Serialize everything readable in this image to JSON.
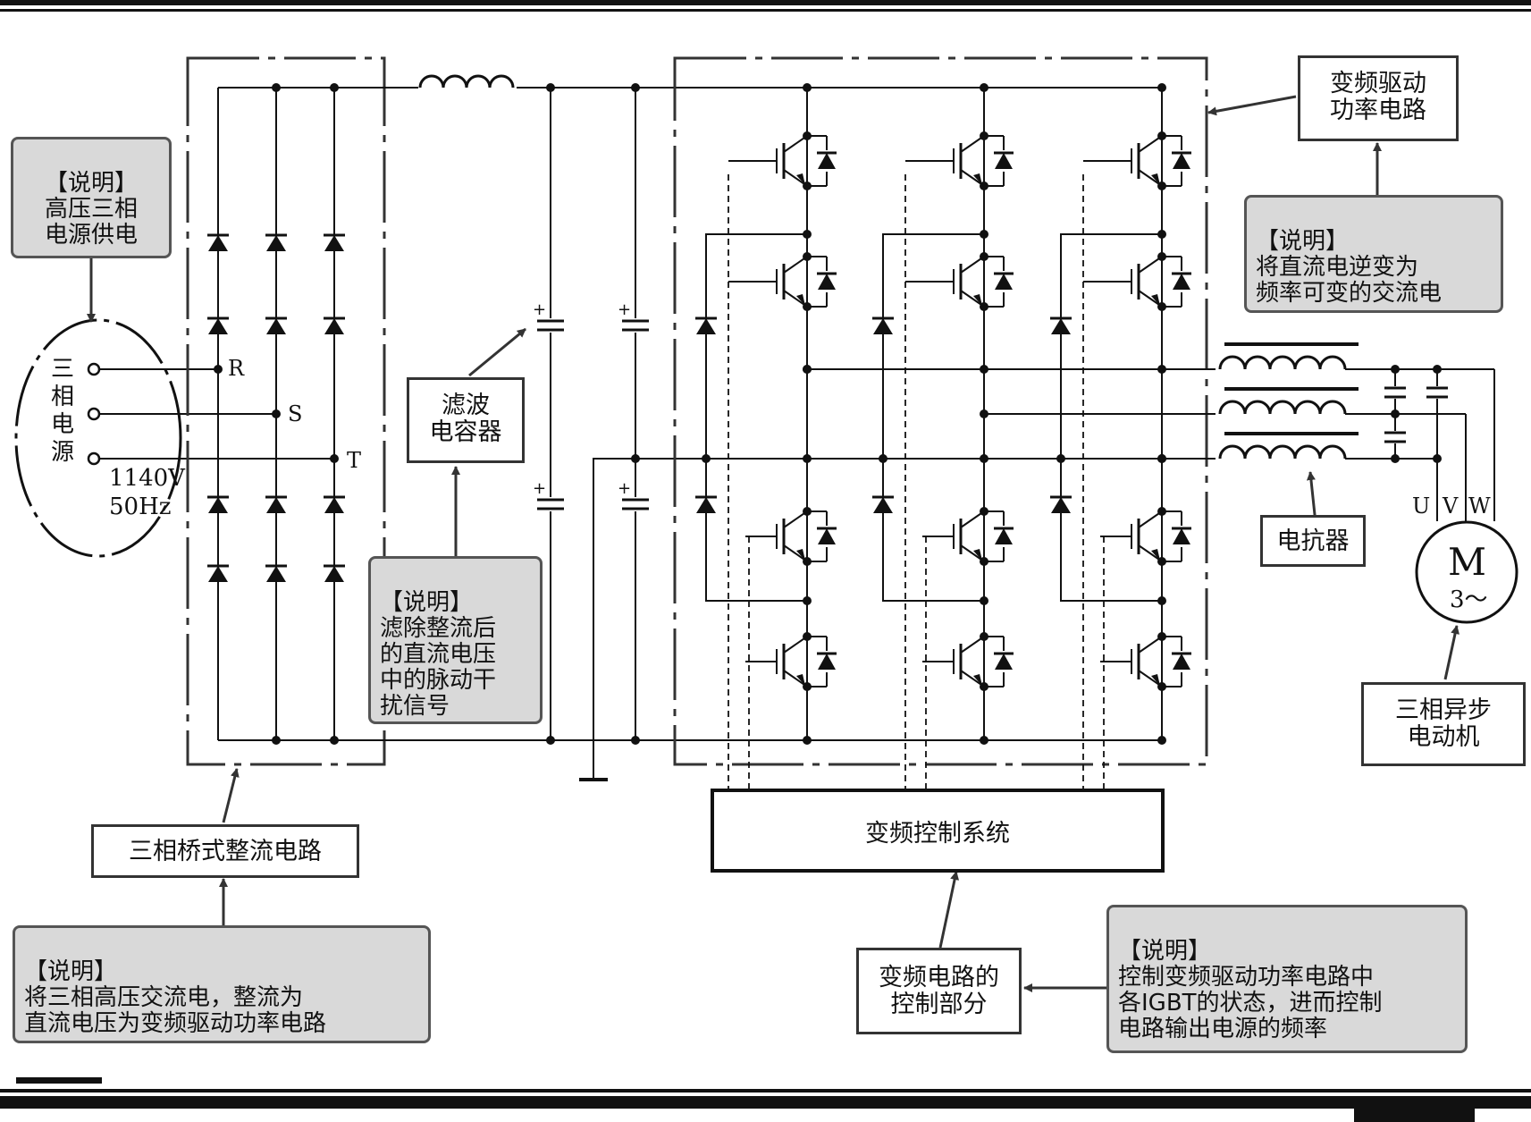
{
  "source": {
    "vertical_label": "三\n相\n电\n源",
    "terminal_r": "R",
    "terminal_s": "S",
    "terminal_t": "T",
    "voltage": "1140V",
    "frequency": "50Hz"
  },
  "motor": {
    "letter": "M",
    "phase": "3～",
    "u": "U",
    "v": "V",
    "w": "W"
  },
  "boxes": {
    "vfd_power_circuit": "变频驱动\n功率电路",
    "filter_capacitor": "滤波\n电容器",
    "reactor": "电抗器",
    "async_motor": "三相异步\n电动机",
    "rectifier": "三相桥式整流电路",
    "control_system": "变频控制系统",
    "control_part": "变频电路的\n控制部分"
  },
  "notes": {
    "power_supply": {
      "title": "【说明】",
      "body": "高压三相\n电源供电"
    },
    "inverter": {
      "title": "【说明】",
      "body": "将直流电逆变为\n频率可变的交流电"
    },
    "filter": {
      "title": "【说明】",
      "body": "滤除整流后\n的直流电压\n中的脉动干\n扰信号"
    },
    "rectifier": {
      "title": "【说明】",
      "body": "将三相高压交流电，整流为\n直流电压为变频驱动功率电路"
    },
    "control": {
      "title": "【说明】",
      "body": "控制变频驱动功率电路中\n各IGBT的状态，进而控制\n电路输出电源的频率"
    }
  },
  "colors": {
    "note_background": "#d9d9d9",
    "line": "#111111",
    "dashed_frame": "#333333"
  }
}
